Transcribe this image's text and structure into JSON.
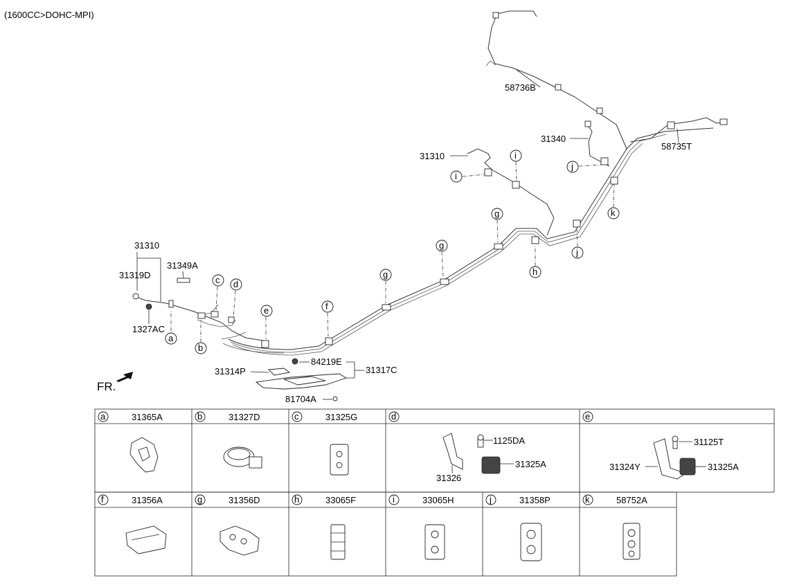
{
  "header": {
    "engine_spec": "(1600CC>DOHC-MPI)"
  },
  "front_marker": {
    "label": "FR."
  },
  "callouts": {
    "p58736B": "58736B",
    "p58735T": "58735T",
    "p31340": "31340",
    "p31310_top": "31310",
    "p31310_left": "31310",
    "p31319D": "31319D",
    "p31349A": "31349A",
    "p1327AC": "1327AC",
    "p31314P": "31314P",
    "p84219E": "84219E",
    "p31317C": "31317C",
    "p81704A": "81704A"
  },
  "clip_letters": {
    "a": "a",
    "b": "b",
    "c": "c",
    "d": "d",
    "e": "e",
    "f": "f",
    "g": "g",
    "h": "h",
    "i": "i",
    "j": "j",
    "k": "k"
  },
  "parts_table": {
    "row1": [
      {
        "letter": "a",
        "part": "31365A"
      },
      {
        "letter": "b",
        "part": "31327D"
      },
      {
        "letter": "c",
        "part": "31325G"
      },
      {
        "letter": "d",
        "part": ""
      },
      {
        "letter": "e",
        "part": ""
      }
    ],
    "row2": [
      {
        "letter": "f",
        "part": "31356A"
      },
      {
        "letter": "g",
        "part": "31356D"
      },
      {
        "letter": "h",
        "part": "33065F"
      },
      {
        "letter": "i",
        "part": "33065H"
      },
      {
        "letter": "j",
        "part": "31358P"
      },
      {
        "letter": "k",
        "part": "58752A"
      }
    ],
    "cell_d": {
      "bolt": "1125DA",
      "bracket": "31326",
      "clip": "31325A"
    },
    "cell_e": {
      "bolt": "31125T",
      "bracket": "31324Y",
      "clip": "31325A"
    }
  }
}
